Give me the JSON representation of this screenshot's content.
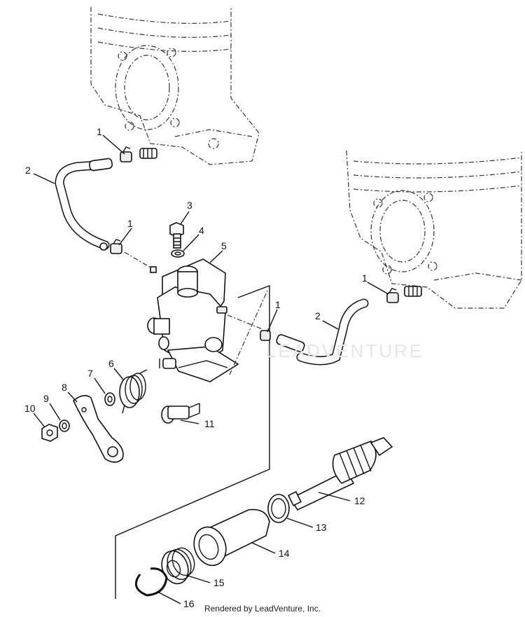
{
  "labels": {
    "p1a": "1",
    "p1b": "1",
    "p1c": "1",
    "p1d": "1",
    "p2a": "2",
    "p2b": "2",
    "p3": "3",
    "p4": "4",
    "p5": "5",
    "p6": "6",
    "p7": "7",
    "p8": "8",
    "p9": "9",
    "p10": "10",
    "p11": "11",
    "p12": "12",
    "p13": "13",
    "p14": "14",
    "p15": "15",
    "p16": "16"
  },
  "watermark": "LEADVENTURE",
  "footer": "Rendered by LeadVenture, Inc."
}
